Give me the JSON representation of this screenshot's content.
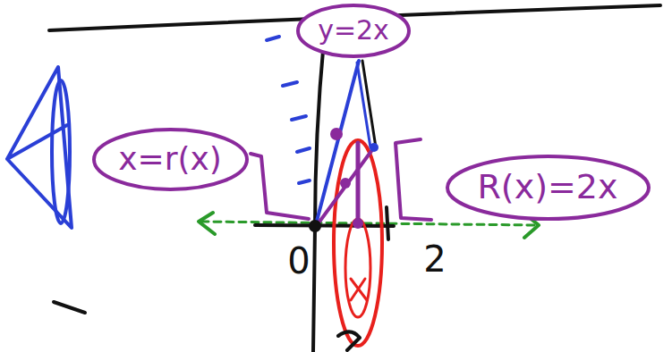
{
  "diagram": {
    "nodes": [
      {
        "text": [
          "y=2x"
        ]
      },
      {
        "text": [
          "x=r(x)"
        ]
      },
      {
        "text": [
          "R(x)=2x"
        ]
      }
    ],
    "labels": [
      "0",
      "2"
    ]
  }
}
